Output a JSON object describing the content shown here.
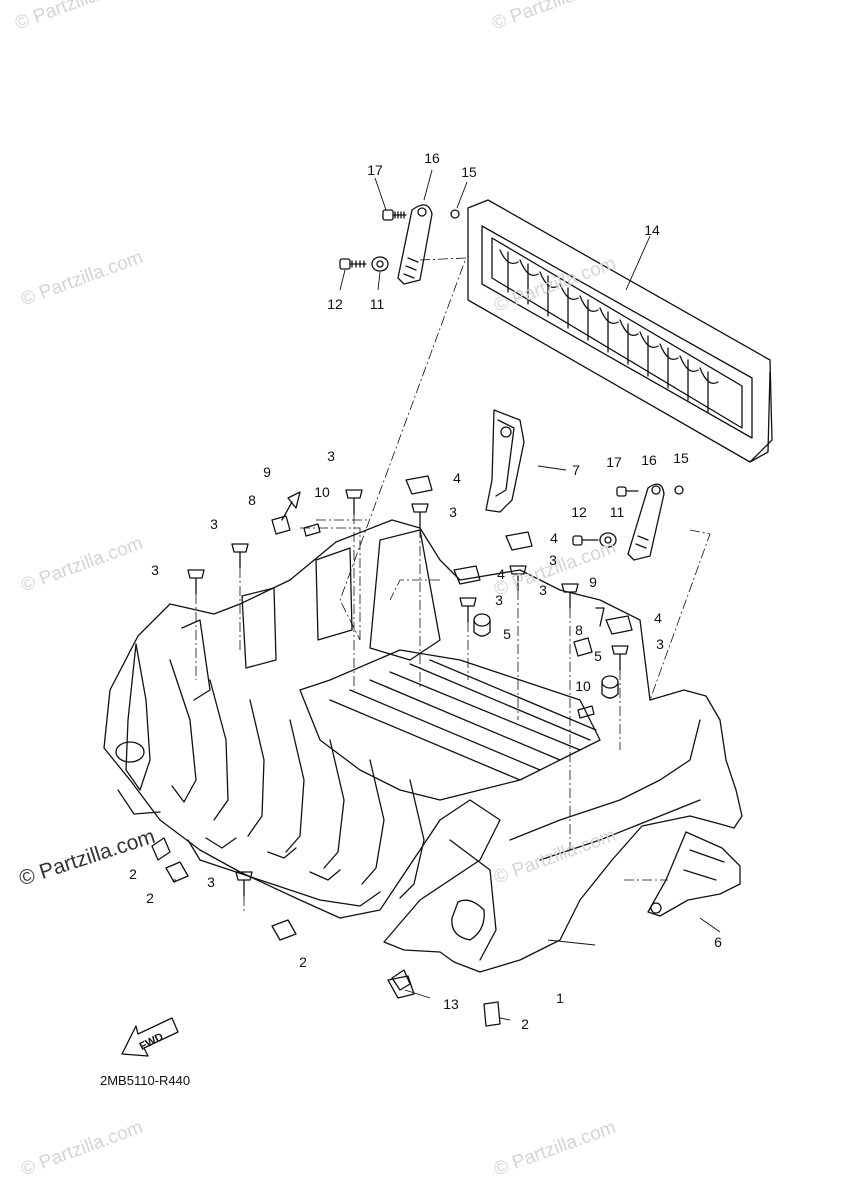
{
  "diagram": {
    "drawing_code": "2MB5110-R440",
    "fwd_label": "FWD",
    "watermark": "© Partzilla.com",
    "callouts": {
      "c17a": "17",
      "c16a": "16",
      "c15a": "15",
      "c14": "14",
      "c12a": "12",
      "c11a": "11",
      "c9a": "9",
      "c3a": "3",
      "c4a": "4",
      "c7": "7",
      "c10a": "10",
      "c3b": "3",
      "c8a": "8",
      "c3c": "3",
      "c3d": "3",
      "c17b": "17",
      "c16b": "16",
      "c15b": "15",
      "c4b": "4",
      "c12b": "12",
      "c11b": "11",
      "c3e": "3",
      "c4c": "4",
      "c3f": "3",
      "c3g": "3",
      "c9b": "9",
      "c5a": "5",
      "c8b": "8",
      "c4d": "4",
      "c3h": "3",
      "c5b": "5",
      "c10b": "10",
      "c2a": "2",
      "c2b": "2",
      "c3i": "3",
      "c2c": "2",
      "c6": "6",
      "c1": "1",
      "c13": "13",
      "c2d": "2"
    }
  }
}
